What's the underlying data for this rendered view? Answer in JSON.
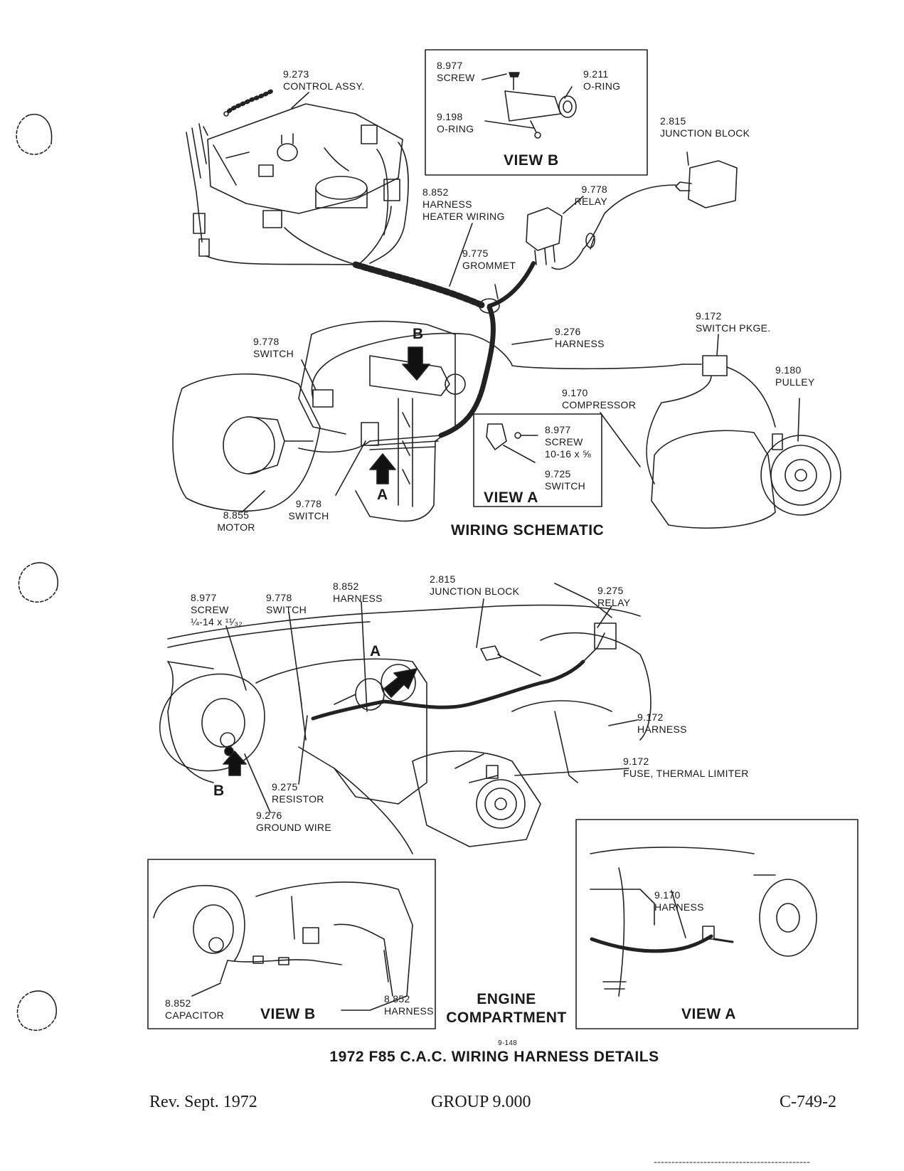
{
  "wiring_schematic": {
    "heading": "WIRING SCHEMATIC",
    "labels": {
      "control_assy": [
        "9.273",
        "CONTROL ASSY."
      ],
      "harness_heater_wiring": [
        "8.852",
        "HARNESS",
        "HEATER WIRING"
      ],
      "relay": [
        "9.778",
        "RELAY"
      ],
      "junction_block": [
        "2.815",
        "JUNCTION BLOCK"
      ],
      "grommet": [
        "9.775",
        "GROMMET"
      ],
      "harness": [
        "9.276",
        "HARNESS"
      ],
      "switch_pkge": [
        "9.172",
        "SWITCH PKGE."
      ],
      "pulley": [
        "9.180",
        "PULLEY"
      ],
      "compressor": [
        "9.170",
        "COMPRESSOR"
      ],
      "switch_upper": [
        "9.778",
        "SWITCH"
      ],
      "switch_lower": [
        "9.778",
        "SWITCH"
      ],
      "motor": [
        "8.855",
        "MOTOR"
      ]
    },
    "arrow_b": "B",
    "arrow_a": "A",
    "view_b": {
      "title": "VIEW B",
      "screw": [
        "8.977",
        "SCREW"
      ],
      "oring_right": [
        "9.211",
        "O-RING"
      ],
      "oring_left": [
        "9.198",
        "O-RING"
      ]
    },
    "view_a": {
      "title": "VIEW A",
      "screw": [
        "8.977",
        "SCREW",
        "10-16 x ⅝"
      ],
      "switch": [
        "9.725",
        "SWITCH"
      ]
    }
  },
  "engine_compartment": {
    "heading": [
      "ENGINE",
      "COMPARTMENT"
    ],
    "labels": {
      "screw": [
        "8.977",
        "SCREW",
        "¼-14 x ¹¹⁄₃₂"
      ],
      "switch": [
        "9.778",
        "SWITCH"
      ],
      "harness": [
        "8.852",
        "HARNESS"
      ],
      "junction_block": [
        "2.815",
        "JUNCTION BLOCK"
      ],
      "relay": [
        "9.275",
        "RELAY"
      ],
      "harness_9172": [
        "9.172",
        "HARNESS"
      ],
      "fuse": [
        "9.172",
        "FUSE, THERMAL LIMITER"
      ],
      "resistor": [
        "9.275",
        "RESISTOR"
      ],
      "ground_wire": [
        "9.276",
        "GROUND WIRE"
      ]
    },
    "arrow_a": "A",
    "arrow_b": "B",
    "view_b": {
      "title": "VIEW B",
      "capacitor": [
        "8.852",
        "CAPACITOR"
      ],
      "harness": [
        "8.852",
        "HARNESS"
      ]
    },
    "view_a": {
      "title": "VIEW A",
      "harness": [
        "9.170",
        "HARNESS"
      ]
    }
  },
  "figure_number": "9-148",
  "figure_title": "1972 F85 C.A.C. WIRING HARNESS DETAILS",
  "footer": {
    "revision": "Rev. Sept. 1972",
    "group": "GROUP 9.000",
    "page_code": "C-749-2"
  }
}
